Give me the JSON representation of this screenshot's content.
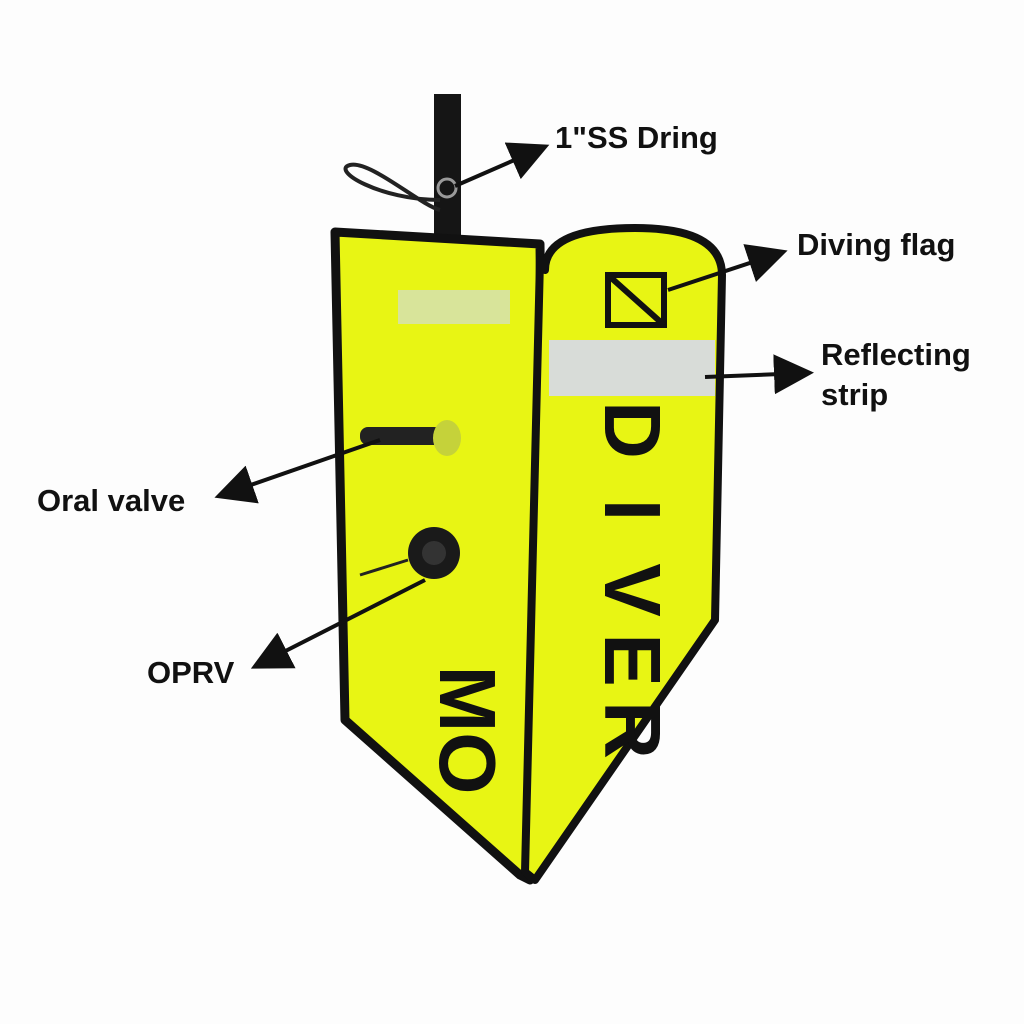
{
  "labels": {
    "dring": "1\"SS Dring",
    "diving_flag": "Diving flag",
    "reflecting_strip_line1": "Reflecting",
    "reflecting_strip_line2": "strip",
    "oral_valve": "Oral valve",
    "oprv": "OPRV"
  },
  "product_lettering": {
    "right_panel": [
      "D",
      "I",
      "V",
      "E",
      "R"
    ],
    "left_panel": "MO"
  },
  "colors": {
    "fabric": "#e8f514",
    "trim": "#111111",
    "reflective": "#d8dcd8"
  }
}
